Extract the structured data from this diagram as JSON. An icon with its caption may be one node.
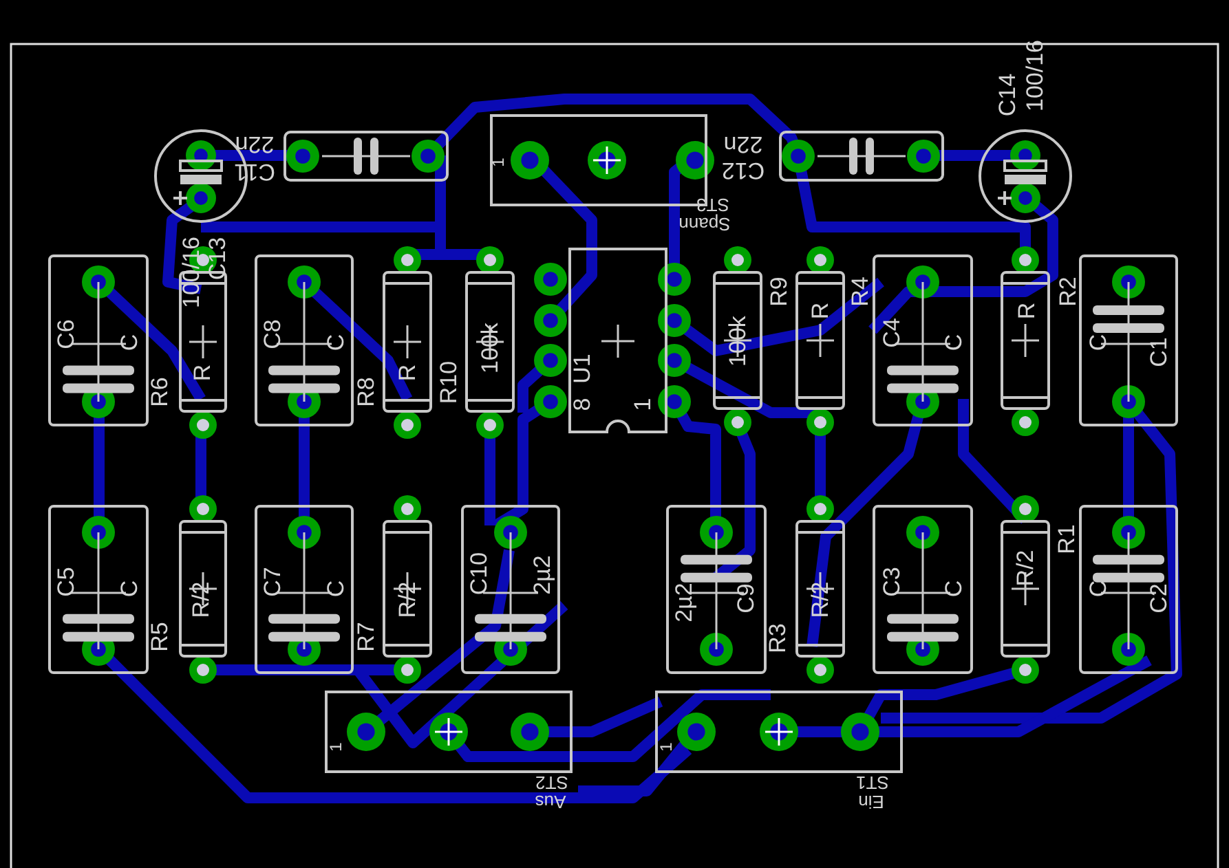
{
  "diagram": {
    "nodes": [
      {
        "text": [],
        "shape": "box",
        "beside": [
          "C11",
          "22n"
        ]
      },
      {
        "text": [],
        "shape": "circle",
        "beside": [
          "100/16",
          "C13"
        ]
      },
      {
        "text": [
          "1"
        ],
        "beside": [
          "ST3",
          "Spann"
        ]
      },
      {
        "text": [],
        "shape": "box",
        "beside": [
          "C12",
          "22n"
        ]
      },
      {
        "text": [],
        "shape": "circle",
        "beside": [
          "C14",
          "100/16"
        ]
      },
      {
        "text": [
          "C6",
          "C"
        ]
      },
      {
        "text": [
          "R"
        ],
        "beside": [
          "R6"
        ]
      },
      {
        "text": [
          "C8",
          "C"
        ]
      },
      {
        "text": [
          "R"
        ],
        "beside": [
          "R8"
        ]
      },
      {
        "text": [
          "100k"
        ],
        "beside": [
          "R10"
        ]
      },
      {
        "text": [
          "8",
          "U1",
          "1"
        ]
      },
      {
        "text": [
          "100k"
        ],
        "beside": [
          "R9"
        ]
      },
      {
        "text": [
          "R"
        ],
        "beside": [
          "R4"
        ]
      },
      {
        "text": [
          "C4",
          "C"
        ]
      },
      {
        "text": [
          "R"
        ],
        "beside": [
          "R2"
        ]
      },
      {
        "text": [
          "C",
          "C1"
        ]
      },
      {
        "text": [
          "C5",
          "C"
        ]
      },
      {
        "text": [
          "R/2"
        ],
        "beside": [
          "R5"
        ]
      },
      {
        "text": [
          "C7",
          "C"
        ]
      },
      {
        "text": [
          "R/2"
        ],
        "beside": [
          "R7"
        ]
      },
      {
        "text": [
          "C10",
          "2µ2"
        ]
      },
      {
        "text": [
          "2µ2",
          "C9"
        ]
      },
      {
        "text": [
          "R/2"
        ],
        "beside": [
          "R3"
        ]
      },
      {
        "text": [
          "C3",
          "C"
        ]
      },
      {
        "text": [
          "R/2"
        ],
        "beside": [
          "R1"
        ]
      },
      {
        "text": [
          "C",
          "C2"
        ]
      },
      {
        "text": [
          "1"
        ],
        "beside": [
          "ST2",
          "Aus"
        ]
      },
      {
        "text": [
          "1"
        ],
        "beside": [
          "ST1",
          "Ein"
        ]
      }
    ]
  }
}
